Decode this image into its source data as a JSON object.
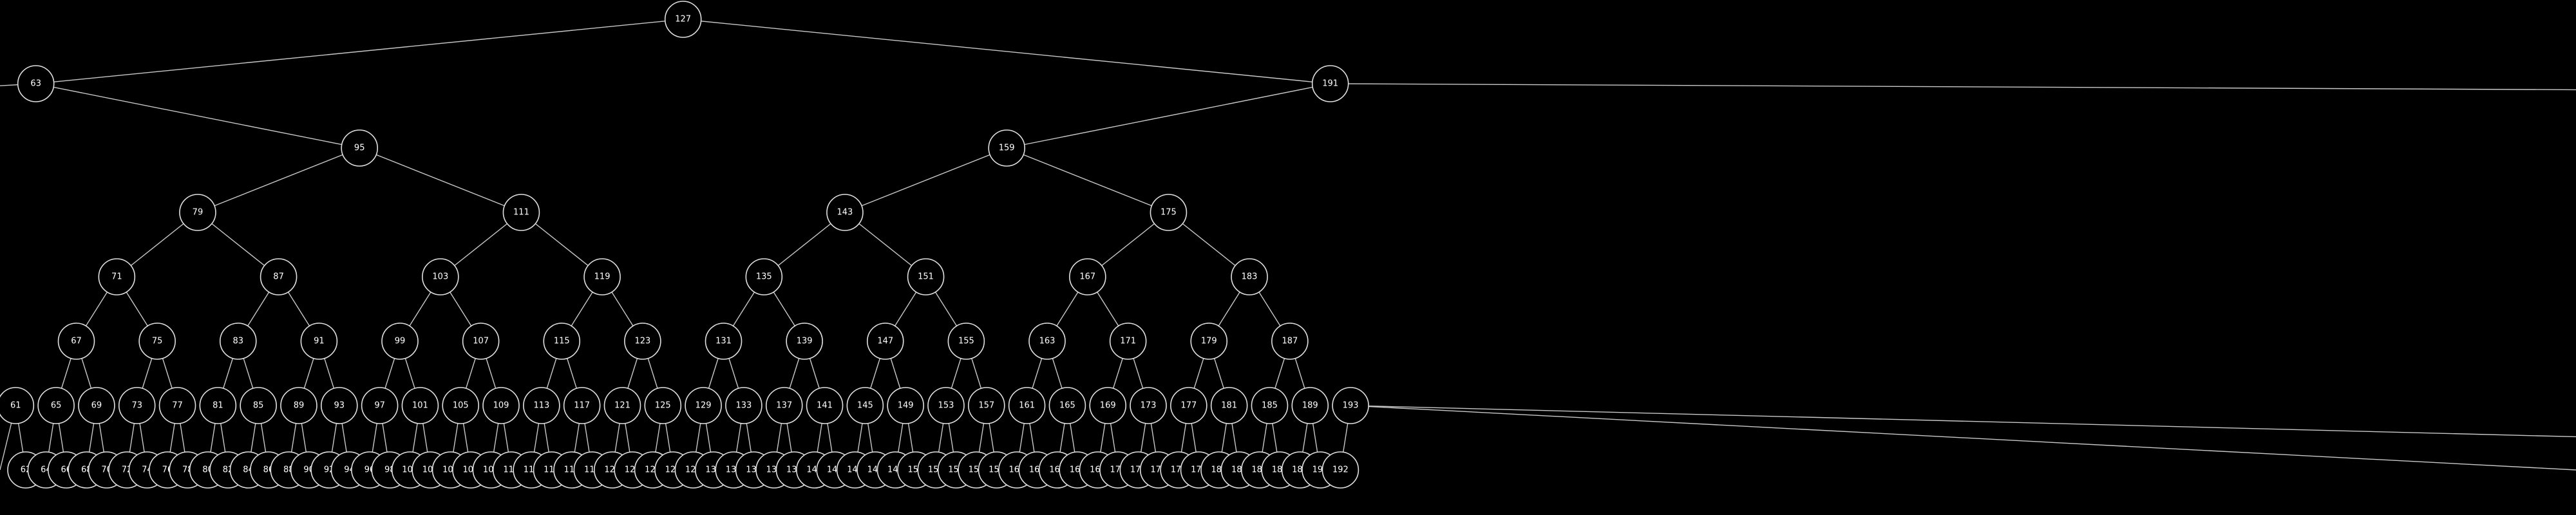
{
  "theme": {
    "background": "#000000",
    "node_fill": "#000000",
    "node_stroke": "#e0e0e0",
    "edge_color": "#c8c8c8",
    "text_color": "#ffffff"
  },
  "tree": {
    "root": 127,
    "visible_labels": [
      127,
      63,
      191,
      95,
      159,
      79,
      111,
      143,
      175,
      71,
      87,
      103,
      119,
      135,
      151,
      167,
      183,
      67,
      75,
      83,
      91,
      99,
      107,
      115,
      123,
      131,
      139,
      147,
      155,
      163,
      171,
      179,
      187,
      61,
      65,
      69,
      73,
      77,
      81,
      85,
      89,
      93,
      97,
      101,
      105,
      109,
      113,
      117,
      121,
      125,
      129,
      133,
      137,
      141,
      145,
      149,
      153,
      157,
      161,
      165,
      169,
      173,
      177,
      181,
      185,
      189,
      193,
      62,
      64,
      66,
      68,
      70,
      72,
      74,
      76,
      78,
      80,
      82,
      84,
      86,
      88,
      90,
      92,
      94,
      96,
      98,
      100,
      102,
      104,
      106,
      108,
      110,
      112,
      114,
      116,
      118,
      120,
      122,
      124,
      126,
      128,
      130,
      132,
      134,
      136,
      138,
      140,
      142,
      144,
      146,
      148,
      150,
      152,
      154,
      156,
      158,
      160,
      162,
      164,
      166,
      168,
      170,
      172,
      174,
      176,
      178,
      180,
      182,
      184,
      186,
      188,
      190,
      192
    ]
  }
}
